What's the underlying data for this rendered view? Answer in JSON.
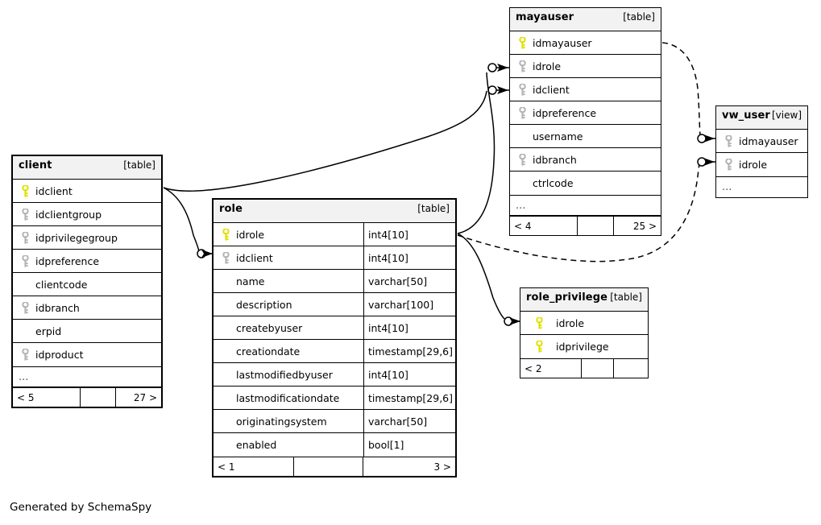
{
  "diagram": {
    "caption": "Generated by SchemaSpy",
    "accent_key_pk": "#e8e800",
    "accent_key_fk": "#b3b3b3",
    "header_background": "#f2f2f2",
    "line_color": "#000000"
  },
  "entities": {
    "client": {
      "name": "client",
      "kind": "[table]",
      "columns": [
        {
          "key": "pk",
          "name": "idclient"
        },
        {
          "key": "fk",
          "name": "idclientgroup"
        },
        {
          "key": "fk",
          "name": "idprivilegegroup"
        },
        {
          "key": "fk",
          "name": "idpreference"
        },
        {
          "key": "none",
          "name": "clientcode"
        },
        {
          "key": "fk",
          "name": "idbranch"
        },
        {
          "key": "none",
          "name": "erpid"
        },
        {
          "key": "fk",
          "name": "idproduct"
        }
      ],
      "more": "...",
      "footer": {
        "left": "< 5",
        "middle": "",
        "right": "27 >"
      }
    },
    "role": {
      "name": "role",
      "kind": "[table]",
      "columns": [
        {
          "key": "pk",
          "name": "idrole",
          "type": "int4[10]"
        },
        {
          "key": "fk",
          "name": "idclient",
          "type": "int4[10]"
        },
        {
          "key": "none",
          "name": "name",
          "type": "varchar[50]"
        },
        {
          "key": "none",
          "name": "description",
          "type": "varchar[100]"
        },
        {
          "key": "none",
          "name": "createbyuser",
          "type": "int4[10]"
        },
        {
          "key": "none",
          "name": "creationdate",
          "type": "timestamp[29,6]"
        },
        {
          "key": "none",
          "name": "lastmodifiedbyuser",
          "type": "int4[10]"
        },
        {
          "key": "none",
          "name": "lastmodificationdate",
          "type": "timestamp[29,6]"
        },
        {
          "key": "none",
          "name": "originatingsystem",
          "type": "varchar[50]"
        },
        {
          "key": "none",
          "name": "enabled",
          "type": "bool[1]"
        }
      ],
      "footer": {
        "left": "< 1",
        "middle": "",
        "right": "3 >"
      }
    },
    "mayauser": {
      "name": "mayauser",
      "kind": "[table]",
      "columns": [
        {
          "key": "pk",
          "name": "idmayauser"
        },
        {
          "key": "fk",
          "name": "idrole"
        },
        {
          "key": "fk",
          "name": "idclient"
        },
        {
          "key": "fk",
          "name": "idpreference"
        },
        {
          "key": "none",
          "name": "username"
        },
        {
          "key": "fk",
          "name": "idbranch"
        },
        {
          "key": "none",
          "name": "ctrlcode"
        }
      ],
      "more": "...",
      "footer": {
        "left": "< 4",
        "middle": "",
        "right": "25 >"
      }
    },
    "vw_user": {
      "name": "vw_user",
      "kind": "[view]",
      "columns": [
        {
          "key": "fk",
          "name": "idmayauser"
        },
        {
          "key": "fk",
          "name": "idrole"
        }
      ],
      "more": "..."
    },
    "role_privilege": {
      "name": "role_privilege",
      "kind": "[table]",
      "columns": [
        {
          "key": "pk",
          "name": "idrole"
        },
        {
          "key": "pk",
          "name": "idprivilege"
        }
      ],
      "footer": {
        "left": "< 2",
        "middle": "",
        "right": ""
      }
    }
  },
  "relationships": [
    {
      "from": "client.idclient",
      "to": "mayauser.idclient",
      "style": "solid"
    },
    {
      "from": "client.idclient",
      "to": "role.idclient",
      "style": "solid"
    },
    {
      "from": "role.idrole",
      "to": "mayauser.idrole",
      "style": "solid"
    },
    {
      "from": "role.idrole",
      "to": "role_privilege.idrole",
      "style": "solid"
    },
    {
      "from": "mayauser.idmayauser",
      "to": "vw_user.idmayauser",
      "style": "dashed"
    },
    {
      "from": "role.idrole",
      "to": "vw_user.idrole",
      "style": "dashed"
    }
  ]
}
